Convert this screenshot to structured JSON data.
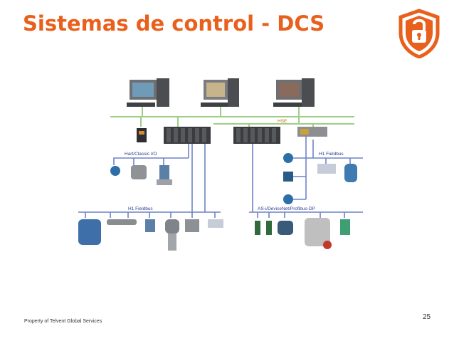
{
  "slide": {
    "title": "Sistemas de control - DCS",
    "footer": "Property of Telvent Global Services",
    "page_number": "25"
  },
  "diagram": {
    "labels": {
      "hse": "HSE",
      "hart": "Hart/Classic I/O",
      "h1_right": "H1 Fieldbus",
      "h1_left": "H1 Fieldbus",
      "asi": "AS-i/DeviceNet/Profibus-DP"
    }
  },
  "colors": {
    "accent": "#e8601c",
    "network_green": "#9fcf86",
    "bus_blue": "#6f84c6"
  },
  "icons": [
    "shield-lock-logo-icon"
  ]
}
